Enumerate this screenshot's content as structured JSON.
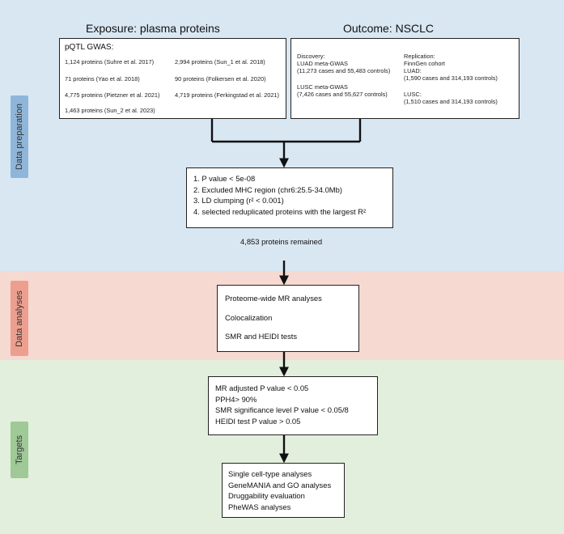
{
  "sections": {
    "preparation": "Data preparation",
    "analyses": "Data analyses",
    "targets": "Targets"
  },
  "exposure": {
    "header": "Exposure: plasma proteins",
    "box_title": "pQTL GWAS:",
    "studies": [
      "1,124 proteins (Suhre et al. 2017)",
      "2,994 proteins (Sun_1 et al. 2018)",
      "71 proteins (Yao et al. 2018)",
      "90 proteins (Folkersen et al. 2020)",
      "4,775 proteins (Pietzner et al. 2021)",
      "4,719 proteins (Ferkingstad et al. 2021)",
      "1,463 proteins (Sun_2 et al. 2023)"
    ]
  },
  "outcome": {
    "header": "Outcome: NSCLC",
    "discovery_label": "Discovery:",
    "luad_meta": "LUAD meta-GWAS",
    "luad_meta_counts": "(11,273 cases and 55,483 controls)",
    "lusc_meta": "LUSC meta-GWAS",
    "lusc_meta_counts": "(7,426 cases and 55,627 controls)",
    "replication_label": "Replication:",
    "finngen": "FinnGen cohort",
    "luad": "LUAD:",
    "luad_counts": "(1,590 cases and 314,193 controls)",
    "lusc": "LUSC:",
    "lusc_counts": "(1,510 cases and 314,193 controls)"
  },
  "criteria": [
    "1. P value < 5e-08",
    "2. Excluded MHC region (chr6:25.5-34.0Mb)",
    "3. LD clumping (r² < 0.001)",
    "4. selected reduplicated proteins with the largest R²"
  ],
  "remained": "4,853 proteins remained",
  "analyses": [
    "Proteome-wide MR analyses",
    "Colocalization",
    "SMR and HEIDI tests"
  ],
  "thresholds": [
    "MR adjusted P value < 0.05",
    "PPH4> 90%",
    "SMR significance level P value < 0.05/8",
    "HEIDI test P value > 0.05"
  ],
  "downstream": [
    "Single cell-type analyses",
    "GeneMANIA and GO analyses",
    "Druggability evaluation",
    "PheWAS analyses"
  ]
}
